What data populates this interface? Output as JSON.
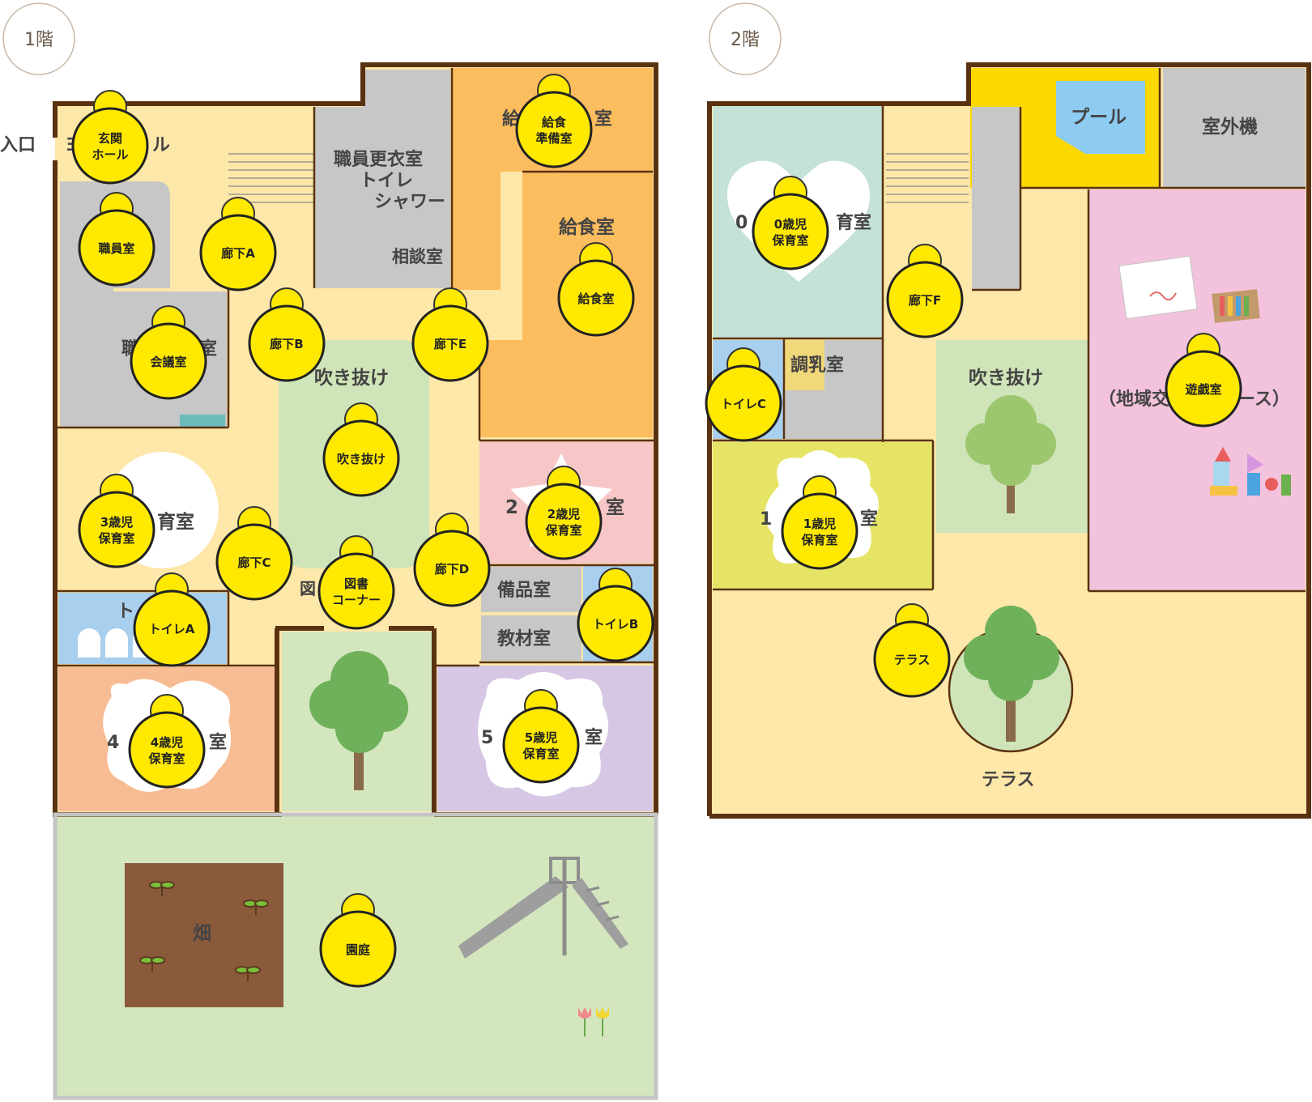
{
  "floors": [
    {
      "id": "f1",
      "badge": "1階"
    },
    {
      "id": "f2",
      "badge": "2階"
    }
  ],
  "colors": {
    "wall": "#5a3210",
    "corridor": "#fde7a9",
    "gray": "#c7c7c7",
    "orange": "#fcbd5e",
    "pink": "#f7c6c6",
    "green": "#cfe4b8",
    "garden": "#d3e6bd",
    "purple": "#d6c7e4",
    "salmon": "#f8bc94",
    "blue": "#a9cfee",
    "mint": "#c4e2d5",
    "lime": "#e6e466",
    "yellow": "#fbd800",
    "playroom": "#f3c2dc",
    "marker": "#ffe900",
    "field": "#8a5a3a"
  },
  "labels": {
    "entrance": "入口",
    "staff_changing": "職員更衣室",
    "toilet": "トイレ",
    "shower": "シャワー",
    "consultation": "相談室",
    "kitchen_prep_partial_left": "給",
    "kitchen_prep_partial_right": "室",
    "kitchen": "給食室",
    "fukinuke": "吹き抜け",
    "hall_partial_left": "ヨ",
    "hall_partial_right": "ル",
    "meeting_partial_left": "職",
    "meeting_partial_right": "室",
    "room3_partial": "育室",
    "room2_partial_left": "2",
    "room2_partial_right": "室",
    "toilet_a_partial": "ト",
    "library_partial_left": "図",
    "bihin": "備品室",
    "kyozai": "教材室",
    "room4_partial_left": "4",
    "room4_partial_right": "室",
    "room5_partial_left": "5",
    "room5_partial_right": "室",
    "field": "畑",
    "pool": "プール",
    "outdoor_unit": "室外機",
    "room0_partial_left": "0",
    "room0_partial_right": "育室",
    "milk_room": "調乳室",
    "fukinuke2": "吹き抜け",
    "community_partial_left": "（地域交",
    "community_partial_right": "ース）",
    "room1_partial_left": "1",
    "room1_partial_right": "室",
    "terrace": "テラス"
  },
  "markers": [
    {
      "id": "genkan-hall",
      "lines": [
        "玄関",
        "ホール"
      ]
    },
    {
      "id": "kyushoku-junbi",
      "lines": [
        "給食",
        "準備室"
      ]
    },
    {
      "id": "shokuin",
      "lines": [
        "職員室"
      ]
    },
    {
      "id": "roka-a",
      "lines": [
        "廊下A"
      ]
    },
    {
      "id": "kyushoku",
      "lines": [
        "給食室"
      ]
    },
    {
      "id": "roka-b",
      "lines": [
        "廊下B"
      ]
    },
    {
      "id": "roka-e",
      "lines": [
        "廊下E"
      ]
    },
    {
      "id": "kaigi",
      "lines": [
        "会議室"
      ]
    },
    {
      "id": "fukinuke",
      "lines": [
        "吹き抜け"
      ]
    },
    {
      "id": "hoiku3",
      "lines": [
        "3歳児",
        "保育室"
      ]
    },
    {
      "id": "hoiku2",
      "lines": [
        "2歳児",
        "保育室"
      ]
    },
    {
      "id": "roka-c",
      "lines": [
        "廊下C"
      ]
    },
    {
      "id": "roka-d",
      "lines": [
        "廊下D"
      ]
    },
    {
      "id": "tosho",
      "lines": [
        "図書",
        "コーナー"
      ]
    },
    {
      "id": "toilet-a",
      "lines": [
        "トイレA"
      ]
    },
    {
      "id": "toilet-b",
      "lines": [
        "トイレB"
      ]
    },
    {
      "id": "hoiku4",
      "lines": [
        "4歳児",
        "保育室"
      ]
    },
    {
      "id": "hoiku5",
      "lines": [
        "5歳児",
        "保育室"
      ]
    },
    {
      "id": "entei",
      "lines": [
        "園庭"
      ]
    },
    {
      "id": "hoiku0",
      "lines": [
        "0歳児",
        "保育室"
      ]
    },
    {
      "id": "roka-f",
      "lines": [
        "廊下F"
      ]
    },
    {
      "id": "toilet-c",
      "lines": [
        "トイレC"
      ]
    },
    {
      "id": "yugi",
      "lines": [
        "遊戯室"
      ]
    },
    {
      "id": "hoiku1",
      "lines": [
        "1歳児",
        "保育室"
      ]
    },
    {
      "id": "terrace",
      "lines": [
        "テラス"
      ]
    }
  ]
}
